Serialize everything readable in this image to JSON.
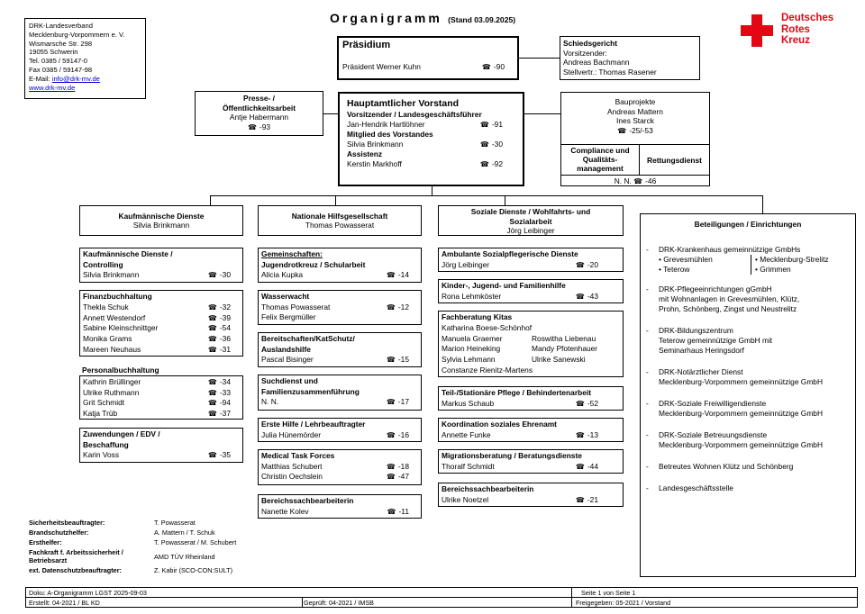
{
  "header": {
    "title": "Organigramm",
    "stand": "(Stand 03.09.2025)",
    "logo_lines": [
      "Deutsches",
      "Rotes",
      "Kreuz"
    ],
    "brand_color": "#e30613"
  },
  "address": {
    "lines": [
      "DRK-Landesverband",
      "Mecklenburg-Vorpommern e. V.",
      "Wismarsche Str. 298",
      "19055 Schwerin",
      "Tel. 0385 / 59147-0",
      "Fax 0385 / 59147-98"
    ],
    "email_label": "E-Mail:",
    "email": "info@drk-mv.de",
    "web": "www.drk-mv.de"
  },
  "praesidium": {
    "title": "Präsidium",
    "person": "Präsident Werner Kuhn",
    "ext": "-90"
  },
  "schiedsgericht": {
    "lines": [
      "Schiedsgericht",
      "Vorsitzender:",
      "Andreas Bachmann",
      "Stellvertr.: Thomas Rasener"
    ]
  },
  "presse": {
    "title": "Presse- /",
    "title2": "Öffentlichkeitsarbeit",
    "person": "Antje Habermann",
    "ext": "-93"
  },
  "vorstand": {
    "title": "Hauptamtlicher Vorstand",
    "sub1": "Vorsitzender / Landesgeschäftsführer",
    "p1": "Jan-Hendrik Hartlöhner",
    "e1": "-91",
    "sub2": "Mitglied des Vorstandes",
    "p2": "Silvia Brinkmann",
    "e2": "-30",
    "sub3": "Assistenz",
    "p3": "Kerstin Markhoff",
    "e3": "-92"
  },
  "bauprojekte": {
    "title": "Bauprojekte",
    "p1": "Andreas Mattern",
    "p2": "Ines Starck",
    "ext": "-25/-53",
    "compliance": [
      "Compliance und",
      "Qualitäts-",
      "management"
    ],
    "rettung": "Rettungsdienst",
    "nn": "N. N.",
    "nn_ext": "-46"
  },
  "columns": {
    "kaufm": {
      "title": "Kaufmännische Dienste",
      "person": "Silvia Brinkmann"
    },
    "nat": {
      "title": "Nationale Hilfsgesellschaft",
      "person": "Thomas Powasserat"
    },
    "soz": {
      "title1": "Soziale Dienste / Wohlfahrts- und",
      "title2": "Sozialarbeit",
      "person": "Jörg Leibinger"
    },
    "bet": {
      "title": "Beteiligungen / Einrichtungen"
    }
  },
  "kaufm_boxes": {
    "controlling": {
      "t1": "Kaufmännische Dienste /",
      "t2": "Controlling",
      "p": "Silvia Brinkmann",
      "e": "-30"
    },
    "finanz": {
      "t": "Finanzbuchhaltung",
      "rows": [
        {
          "p": "Thekla Schuk",
          "e": "-32"
        },
        {
          "p": "Annett Westendorf",
          "e": "-39"
        },
        {
          "p": "Sabine Kleinschnittger",
          "e": "-54"
        },
        {
          "p": "Monika Grams",
          "e": "-36"
        },
        {
          "p": "Mareen Neuhaus",
          "e": "-31"
        }
      ]
    },
    "personal": {
      "t": "Personalbuchhaltung",
      "rows": [
        {
          "p": "Kathrin Brüllinger",
          "e": "-34"
        },
        {
          "p": "Ulrike Ruthmann",
          "e": "-33"
        },
        {
          "p": "Grit Schmidt",
          "e": "-94"
        },
        {
          "p": "Katja Trüb",
          "e": "-37"
        }
      ]
    },
    "edv": {
      "t1": "Zuwendungen / EDV /",
      "t2": "Beschaffung",
      "p": "Karin Voss",
      "e": "-35"
    }
  },
  "nat_boxes": {
    "gemein": {
      "t1": "Gemeinschaften:",
      "t2": "Jugendrotkreuz / Schularbeit",
      "p": "Alicia Kupka",
      "e": "-14"
    },
    "wasser": {
      "t": "Wasserwacht",
      "p1": "Thomas Powasserat",
      "e1": "-12",
      "p2": "Felix Bergmüller"
    },
    "bereit": {
      "t1": "Bereitschaften/KatSchutz/",
      "t2": "Auslandshilfe",
      "p": "Pascal Bisinger",
      "e": "-15"
    },
    "such": {
      "t1": "Suchdienst und",
      "t2": "Familienzusammenführung",
      "p": "N. N.",
      "e": "-17"
    },
    "erste": {
      "t": "Erste Hilfe / Lehrbeauftragter",
      "p": "Julia Hünemörder",
      "e": "-16"
    },
    "medical": {
      "t": "Medical Task Forces",
      "p1": "Matthias Schubert",
      "e1": "-18",
      "p2": "Christin Oechslein",
      "e2": "-47"
    },
    "sach": {
      "t": "Bereichssachbearbeiterin",
      "p": "Nanette Kolev",
      "e": "-11"
    }
  },
  "soz_boxes": {
    "ambulant": {
      "t": "Ambulante Sozialpflegerische Dienste",
      "p": "Jörg Leibinger",
      "e": "-20"
    },
    "kinder": {
      "t": "Kinder-, Jugend- und Familienhilfe",
      "p": "Rona Lehmköster",
      "e": "-43"
    },
    "kitas": {
      "t": "Fachberatung Kitas",
      "lead": "Katharina Boese-Schönhof",
      "left": [
        "Manuela Graemer",
        "Marion Heineking",
        "Sylvia Lehmann",
        "Constanze Rienitz-Martens"
      ],
      "right": [
        "Roswitha Liebenau",
        "Mandy Pfotenhauer",
        "Ulrike Sanewski"
      ]
    },
    "teil": {
      "t": "Teil-/Stationäre Pflege / Behindertenarbeit",
      "p": "Markus Schaub",
      "e": "-52"
    },
    "koord": {
      "t": "Koordination soziales Ehrenamt",
      "p": "Annette Funke",
      "e": "-13"
    },
    "migr": {
      "t": "Migrationsberatung / Beratungsdienste",
      "p": "Thoralf Schmidt",
      "e": "-44"
    },
    "sach": {
      "t": "Bereichssachbearbeiterin",
      "p": "Ulrike Noetzel",
      "e": "-21"
    }
  },
  "beteiligungen": {
    "kh": "DRK-Krankenhaus gemeinnützige GmbHs",
    "kh_sub": [
      [
        "Grevesmühlen",
        "Mecklenburg-Strelitz"
      ],
      [
        "Teterow",
        "Grimmen"
      ]
    ],
    "pflege": [
      "DRK-Pflegeeinrichtungen gGmbH",
      "mit Wohnanlagen in Grevesmühlen, Klütz,",
      "Prohn, Schönberg, Zingst und Neustrelitz"
    ],
    "bildung": [
      "DRK-Bildungszentrum",
      "Teterow gemeinnützige GmbH mit",
      "Seminarhaus Heringsdorf"
    ],
    "notarzt": [
      "DRK-Notärztlicher Dienst",
      "Mecklenburg-Vorpommern gemeinnützige GmbH"
    ],
    "freiw": [
      "DRK-Soziale Freiwilligendienste",
      "Mecklenburg-Vorpommern gemeinnützige GmbH"
    ],
    "betreu": [
      "DRK-Soziale Betreuungsdienste",
      "Mecklenburg-Vorpommern gemeinnützige GmbH"
    ],
    "wohnen": "Betreutes Wohnen Klütz und Schönberg",
    "lgs": "Landesgeschäftsstelle"
  },
  "safety": [
    {
      "role": "Sicherheitsbeauftragter:",
      "name": "T. Powasserat"
    },
    {
      "role": "Brandschutzhelfer:",
      "name": "A. Mattern / T. Schuk"
    },
    {
      "role": "Ersthelfer:",
      "name": "T. Powasserat / M. Schubert"
    },
    {
      "role": "Fachkraft f. Arbeitssicherheit / Betriebsarzt",
      "name": "AMD TÜV Rheinland"
    },
    {
      "role": "ext. Datenschutzbeauftragter:",
      "name": "Z. Kabir (SCO-CON:SULT)"
    }
  ],
  "footer": {
    "doku": "Doku: A-Organigramm LGST 2025-09-03",
    "seite": "Seite 1 von Seite 1",
    "erstellt": "Erstellt: 04-2021 / BL KD",
    "geprueft": "Geprüft: 04-2021 / IMSB",
    "freigegeben": "Freigegeben: 05-2021 / Vorstand"
  }
}
